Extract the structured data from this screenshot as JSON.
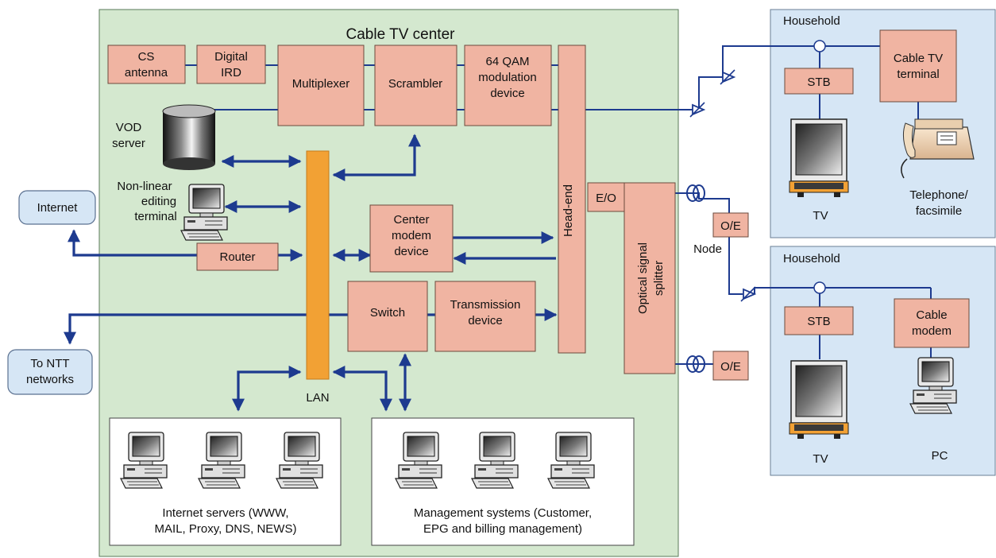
{
  "center": {
    "title": "Cable TV center"
  },
  "boxes": {
    "cs_antenna": [
      "CS",
      "antenna"
    ],
    "digital_ird": [
      "Digital",
      "IRD"
    ],
    "multiplexer": "Multiplexer",
    "scrambler": "Scrambler",
    "qam": [
      "64 QAM",
      "modulation",
      "device"
    ],
    "head_end": "Head-end",
    "eo": "E/O",
    "splitter": [
      "Optical signal",
      "splitter"
    ],
    "center_modem": [
      "Center",
      "modem",
      "device"
    ],
    "router": "Router",
    "switch": "Switch",
    "transmission": [
      "Transmission",
      "device"
    ],
    "oe_node": "O/E",
    "oe_lower": "O/E",
    "stb1": "STB",
    "cable_tv_terminal": [
      "Cable TV",
      "terminal"
    ],
    "stb2": "STB",
    "cable_modem": [
      "Cable",
      "modem"
    ]
  },
  "labels": {
    "vod_server": [
      "VOD",
      "server"
    ],
    "nonlinear": [
      "Non-linear",
      "editing",
      "terminal"
    ],
    "lan": "LAN",
    "node": "Node",
    "internet": "Internet",
    "ntt": [
      "To NTT",
      "networks"
    ],
    "internet_servers": [
      "Internet servers (WWW,",
      "MAIL, Proxy, DNS, NEWS)"
    ],
    "management": [
      "Management systems (Customer,",
      "EPG and billing management)"
    ],
    "household1": "Household",
    "household2": "Household",
    "tv1": "TV",
    "telephone": [
      "Telephone/",
      "facsimile"
    ],
    "tv2": "TV",
    "pc": "PC"
  },
  "colors": {
    "box": "#f0b4a2",
    "center_bg": "#d4e8cf",
    "household_bg": "#d6e6f5",
    "link": "#1d3a8f",
    "lan": "#f2a134"
  },
  "icons": [
    "database-cylinder-icon",
    "computer-icon",
    "tv-icon",
    "telephone-fax-icon",
    "amplifier-icon",
    "fiber-coil-icon"
  ]
}
